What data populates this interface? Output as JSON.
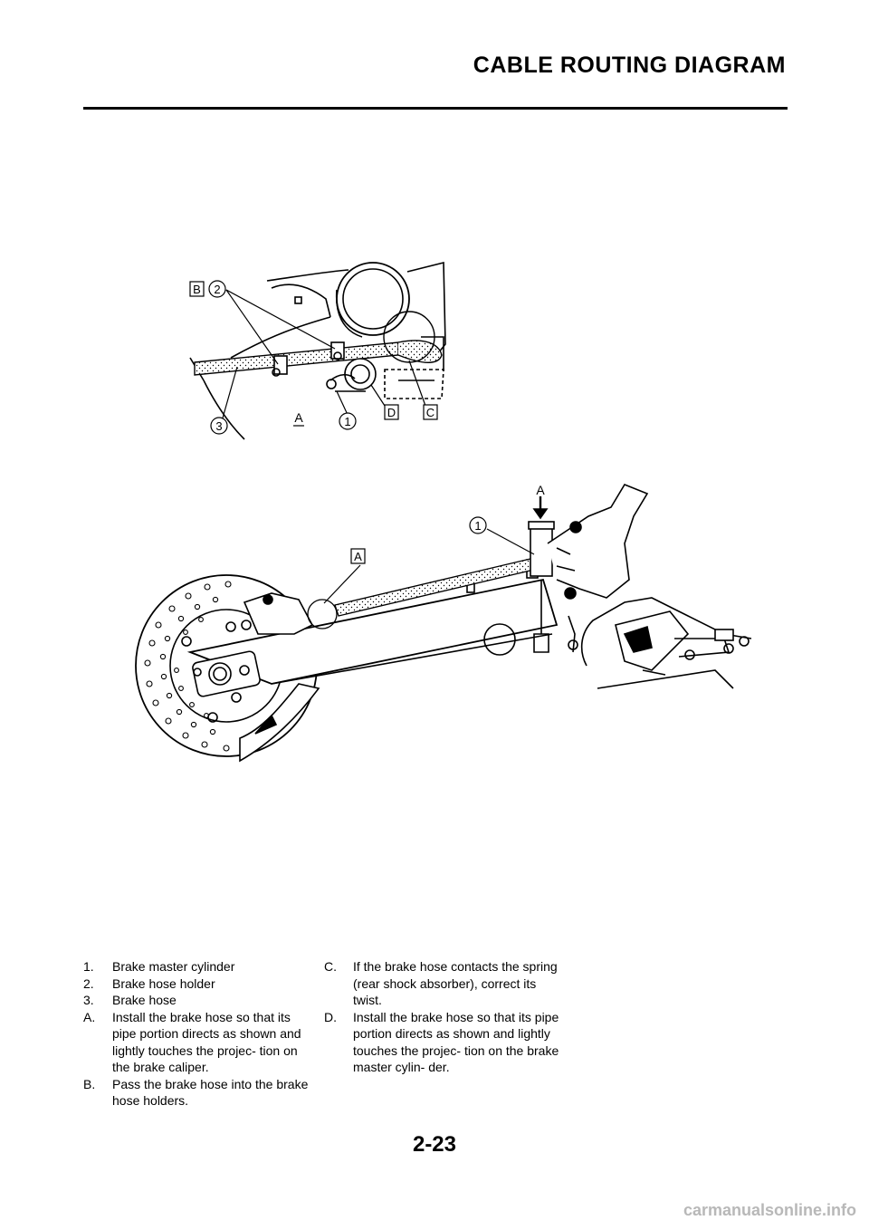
{
  "header": {
    "title": "CABLE ROUTING DIAGRAM"
  },
  "figure_top": {
    "callouts": {
      "b": "B",
      "n2": "2",
      "n3": "3",
      "a": "A",
      "n1": "1",
      "d": "D",
      "c": "C"
    }
  },
  "figure_bottom": {
    "callouts": {
      "arrow_a": "A",
      "n1": "1",
      "box_a": "A"
    }
  },
  "legend": {
    "left": [
      {
        "key": "1.",
        "text": "Brake master cylinder"
      },
      {
        "key": "2.",
        "text": "Brake hose holder"
      },
      {
        "key": "3.",
        "text": "Brake hose"
      },
      {
        "key": "A.",
        "text": "Install the brake hose so that its pipe portion directs as shown and lightly touches the projec- tion on the brake caliper."
      },
      {
        "key": "B.",
        "text": "Pass the brake hose into the brake hose holders."
      }
    ],
    "right": [
      {
        "key": "C.",
        "text": "If the brake hose contacts the spring (rear shock absorber), correct its twist."
      },
      {
        "key": "D.",
        "text": "Install the brake hose so that its pipe portion directs as shown and lightly touches the projec- tion on the brake master cylin- der."
      }
    ]
  },
  "footer": {
    "page_number": "2-23"
  },
  "watermark": "carmanualsonline.info"
}
